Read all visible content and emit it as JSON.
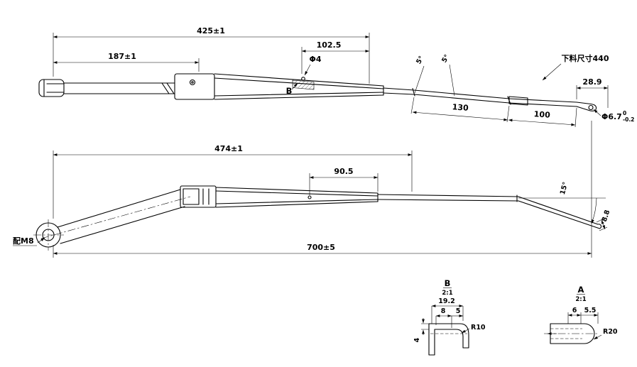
{
  "colors": {
    "ink": "#000000",
    "bg": "#ffffff"
  },
  "top_view": {
    "dim_overall": "425±1",
    "dim_left": "187±1",
    "dim_mid": "102.5",
    "hole_dia": "Φ4",
    "section_label": "B",
    "angle_a": "5°",
    "angle_b": "5°",
    "blank_note": "下料尺寸440",
    "dim_tip": "28.9",
    "dim_seg1": "130",
    "dim_seg2": "100",
    "tip_dia": "Φ6.7",
    "tip_tol_upper": "0",
    "tip_tol_lower": "-0.2"
  },
  "side_view": {
    "dim_overall": "474±1",
    "dim_mid": "90.5",
    "bend_angle": "15°",
    "tip_drop": "8.8",
    "dim_total": "700±5",
    "thread_note": "配M8"
  },
  "detail_b": {
    "label": "B",
    "scale": "2:1",
    "dim_width": "19.2",
    "dim_w1": "8",
    "dim_w2": "5",
    "radius": "R10",
    "thickness": "4"
  },
  "detail_a": {
    "label": "A",
    "scale": "2:1",
    "dim_w1": "6",
    "dim_w2": "5.5",
    "radius": "R20"
  }
}
